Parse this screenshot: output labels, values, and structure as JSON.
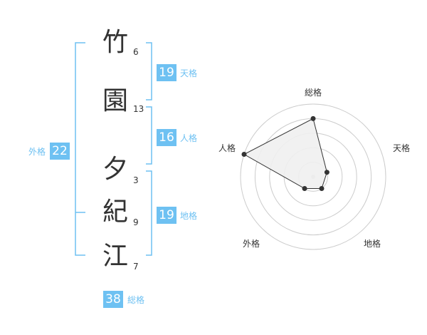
{
  "name_chars": [
    {
      "char": "竹",
      "strokes": "6"
    },
    {
      "char": "園",
      "strokes": "13"
    },
    {
      "char": "夕",
      "strokes": "3"
    },
    {
      "char": "紀",
      "strokes": "9"
    },
    {
      "char": "江",
      "strokes": "7"
    }
  ],
  "fortunes": {
    "tenkaku": {
      "value": "19",
      "label": "天格"
    },
    "jinkaku": {
      "value": "16",
      "label": "人格"
    },
    "chikaku": {
      "value": "19",
      "label": "地格"
    },
    "gaikaku": {
      "value": "22",
      "label": "外格"
    },
    "soukaku": {
      "value": "38",
      "label": "総格"
    }
  },
  "colors": {
    "accent": "#6ec1f2",
    "text": "#333333",
    "grid": "#cccccc",
    "fill": "#f0f0f0"
  },
  "chart_data": {
    "type": "radar",
    "axes": [
      "総格",
      "天格",
      "地格",
      "外格",
      "人格"
    ],
    "values": [
      4,
      1,
      1,
      1,
      5
    ],
    "max": 5,
    "rings": 5
  }
}
